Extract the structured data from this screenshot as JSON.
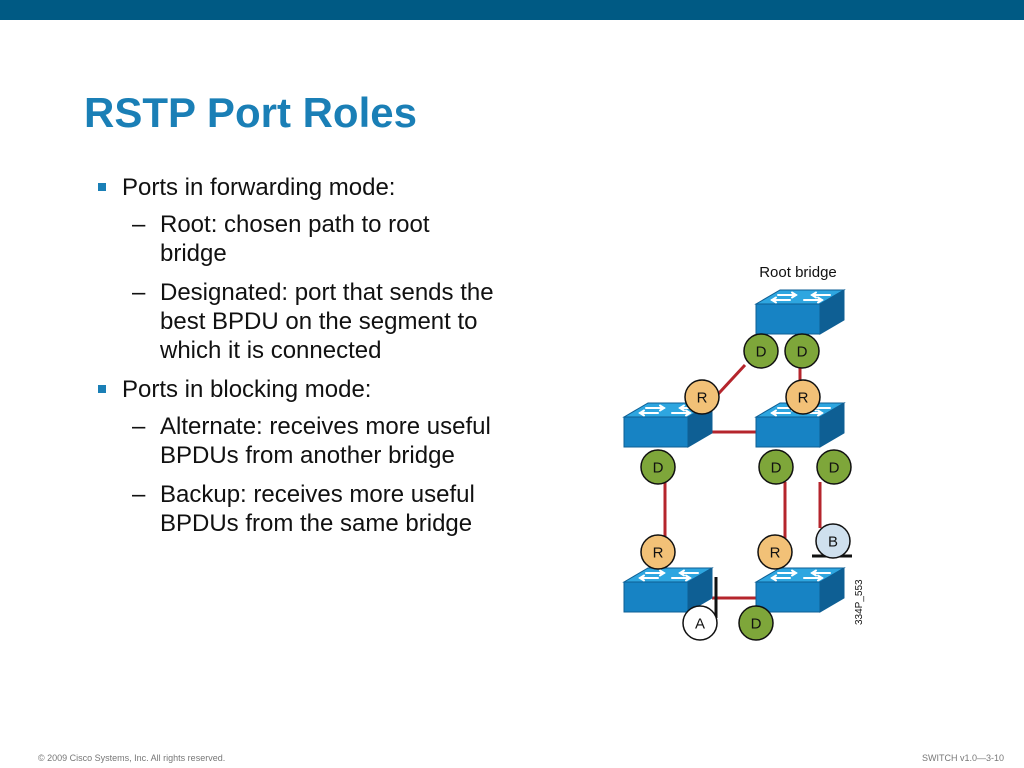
{
  "slide": {
    "title": "RSTP Port Roles",
    "bullets": [
      {
        "text": "Ports in forwarding mode:",
        "sub": [
          {
            "dash": "–",
            "text": "Root: chosen path to root bridge"
          },
          {
            "dash": "–",
            "text": "Designated: port that sends the best BPDU on the segment to which it is connected"
          }
        ]
      },
      {
        "text": "Ports in blocking mode:",
        "sub": [
          {
            "dash": "–",
            "text": "Alternate: receives more useful BPDUs from another bridge"
          },
          {
            "dash": "–",
            "text": "Backup: receives more useful BPDUs from the same bridge"
          }
        ]
      }
    ]
  },
  "diagram": {
    "root_label": "Root bridge",
    "figure_id": "334P_553",
    "ports": {
      "top_d1": "D",
      "top_d2": "D",
      "left_r": "R",
      "right_r": "R",
      "left_d": "D",
      "right_d1": "D",
      "right_d2": "D",
      "bottom_left_r": "R",
      "bottom_right_r": "R",
      "backup": "B",
      "alternate": "A",
      "bottom_d": "D"
    },
    "colors": {
      "link": "#B5252C",
      "root_port": "#F2C177",
      "designated_port": "#7EA63A",
      "backup_port": "#CFE0EE",
      "alternate_port": "#FFFFFF",
      "switch_top": "#2EA6E0",
      "switch_front": "#1783C4",
      "switch_side": "#0E5F94"
    }
  },
  "footer": {
    "copyright": "© 2009 Cisco Systems, Inc. All rights reserved.",
    "course": "SWITCH v1.0—3-10"
  }
}
